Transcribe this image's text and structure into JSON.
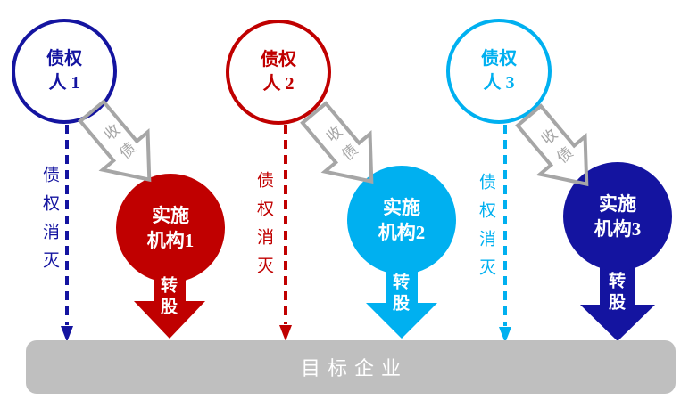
{
  "diagram_title": "",
  "colors": {
    "navy": "#1414A0",
    "red": "#C00000",
    "cyan": "#00B0F0",
    "bar_gray": "#BFBFBF",
    "arrow_gray": "#A6A6A6"
  },
  "groups": [
    {
      "creditor": {
        "line1": "债权",
        "line2": "人 1"
      },
      "collect_arrow_label": "收债",
      "extinguish_label": "债权消灭",
      "agency": {
        "line1": "实施",
        "line2": "机构1"
      },
      "convert_arrow_label": "转股",
      "creditor_color": "#1414A0",
      "agency_color": "#C00000"
    },
    {
      "creditor": {
        "line1": "债权",
        "line2": "人 2"
      },
      "collect_arrow_label": "收债",
      "extinguish_label": "债权消灭",
      "agency": {
        "line1": "实施",
        "line2": "机构2"
      },
      "convert_arrow_label": "转股",
      "creditor_color": "#C00000",
      "agency_color": "#00B0F0"
    },
    {
      "creditor": {
        "line1": "债权",
        "line2": "人 3"
      },
      "collect_arrow_label": "收债",
      "extinguish_label": "债权消灭",
      "agency": {
        "line1": "实施",
        "line2": "机构3"
      },
      "convert_arrow_label": "转股",
      "creditor_color": "#00B0F0",
      "agency_color": "#1414A0"
    }
  ],
  "target_bar": {
    "label": "目标企业"
  }
}
